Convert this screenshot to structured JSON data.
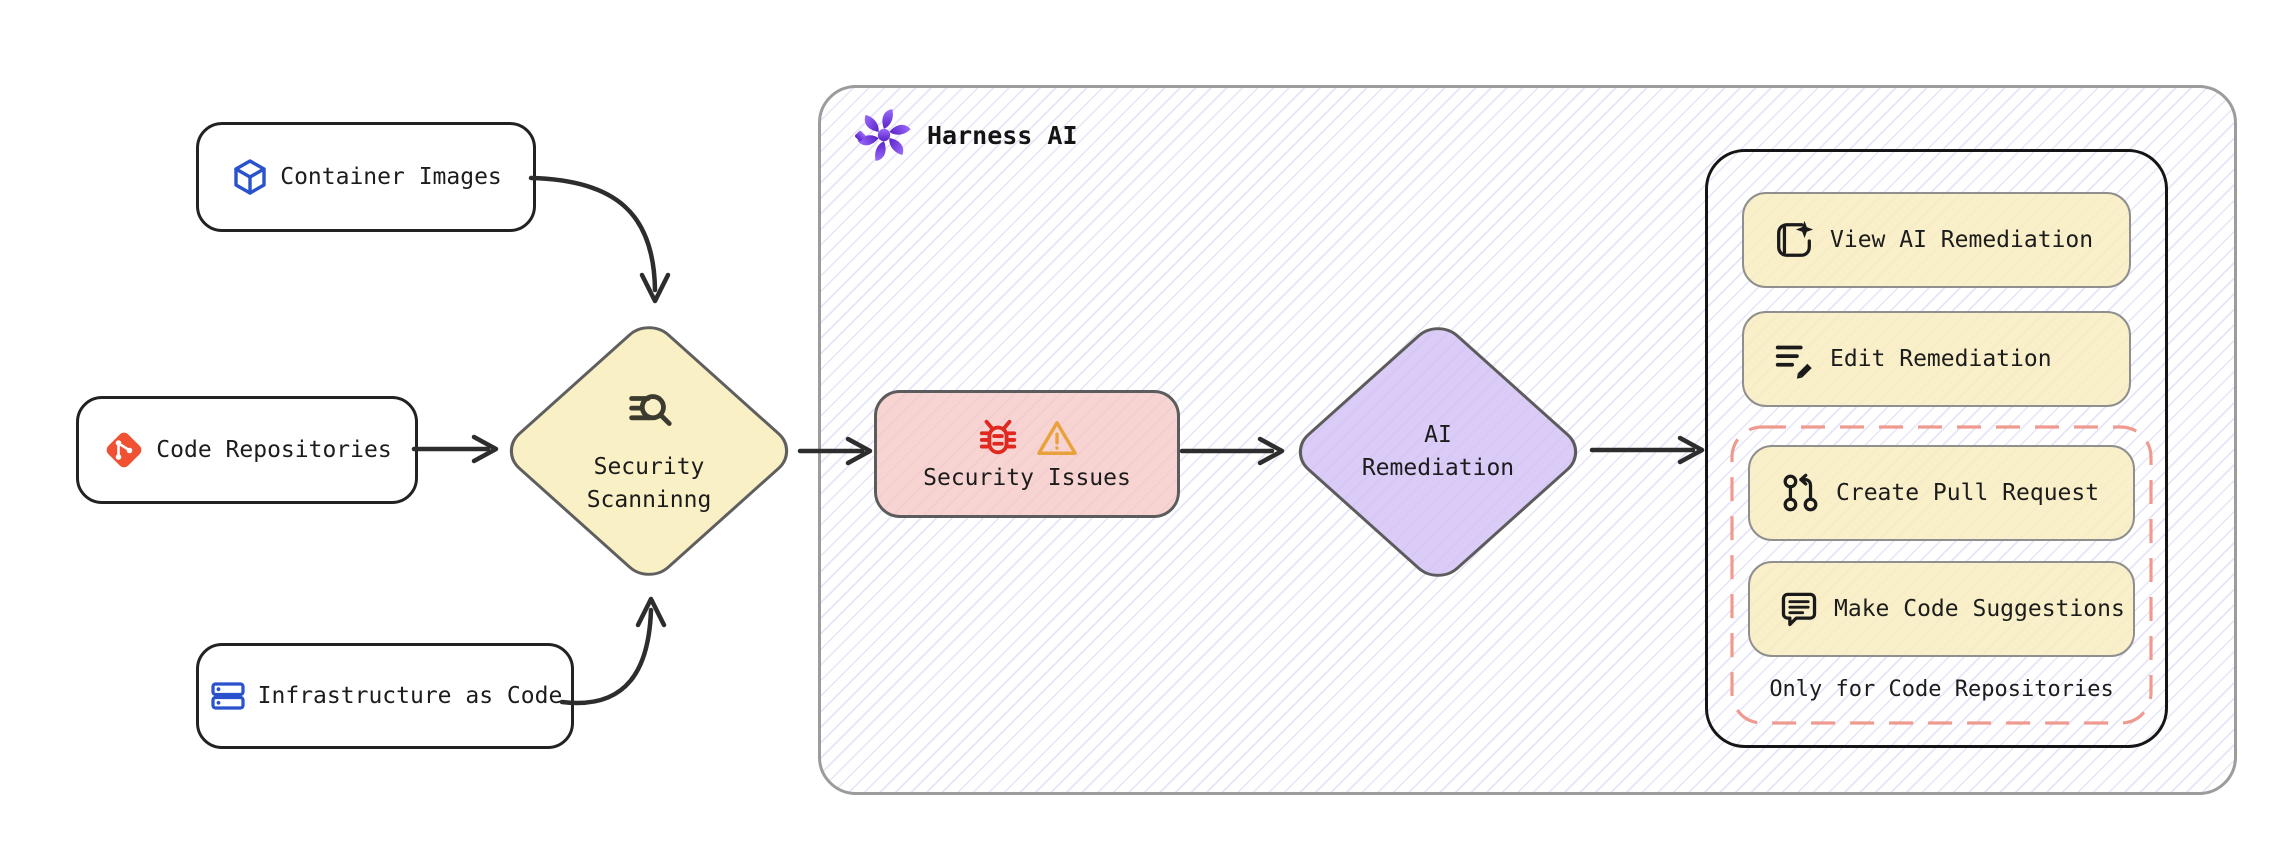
{
  "sources": [
    {
      "label": "Container Images",
      "icon": "cube-icon"
    },
    {
      "label": "Code Repositories",
      "icon": "git-icon"
    },
    {
      "label": "Infrastructure as Code",
      "icon": "server-stack-icon"
    }
  ],
  "scanning": {
    "line1": "Security",
    "line2": "Scanninng",
    "icon": "scan-search-icon"
  },
  "harness": {
    "title": "Harness AI",
    "icon": "harness-ai-icon"
  },
  "issues": {
    "label": "Security Issues",
    "icons": [
      "bug-icon",
      "warning-icon"
    ]
  },
  "remediation": {
    "line1": "AI",
    "line2": "Remediation"
  },
  "actions": {
    "view": {
      "label": "View AI Remediation",
      "icon": "book-sparkle-icon"
    },
    "edit": {
      "label": "Edit Remediation",
      "icon": "list-pencil-icon"
    },
    "create_pr": {
      "label": "Create Pull Request",
      "icon": "pull-request-icon"
    },
    "suggest": {
      "label": "Make Code Suggestions",
      "icon": "comment-icon"
    },
    "note": "Only for Code Repositories"
  },
  "colors": {
    "diamond_yellow": "#FAF0C5",
    "button_yellow": "#F8ECBE",
    "issues_pink": "#F7D5D2",
    "remediation_purple": "#DBCEF8",
    "dashed_red": "#EF9A8F",
    "hatch_lavender": "#DCDAF4",
    "brand_blue": "#2952CC",
    "git_red": "#F05133",
    "bug_red": "#E0281E",
    "warning_orange": "#E9A23B",
    "harness_purple": "#6B34E0",
    "arrow_dark": "#2D2D2D"
  }
}
